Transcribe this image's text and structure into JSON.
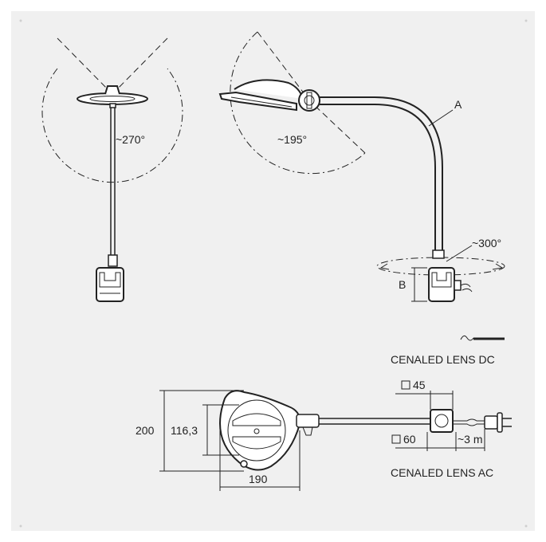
{
  "diagram": {
    "labels": {
      "angle_front": "~270°",
      "angle_side": "~195°",
      "angle_base": "~300°",
      "arm_label": "A",
      "base_label": "B",
      "model_dc": "CENALED LENS DC",
      "model_ac": "CENALED LENS AC",
      "dim_height": "200",
      "dim_inner": "116,3",
      "dim_width": "190",
      "dim_square_45": "45",
      "dim_square_60": "60",
      "dim_cable": "~3 m"
    },
    "colors": {
      "background": "#f0f0f0",
      "line": "#222222"
    }
  }
}
